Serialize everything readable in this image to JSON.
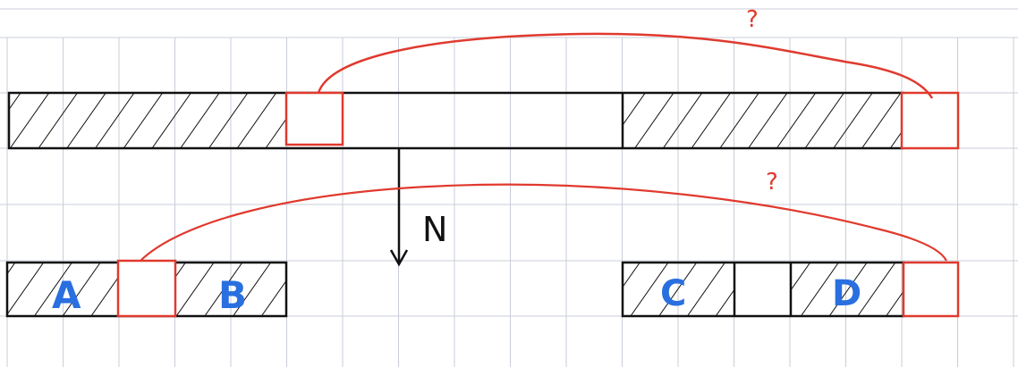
{
  "diagram": {
    "labels": {
      "top_question": "?",
      "bottom_question": "?",
      "arrow_label": "N",
      "block_a": "A",
      "block_b": "B",
      "block_c": "C",
      "block_d": "D"
    },
    "colors": {
      "ink": "#111111",
      "grid": "#c8cdd8",
      "red": "#e03a2e",
      "blue": "#2a6fe0",
      "background": "#ffffff"
    }
  }
}
